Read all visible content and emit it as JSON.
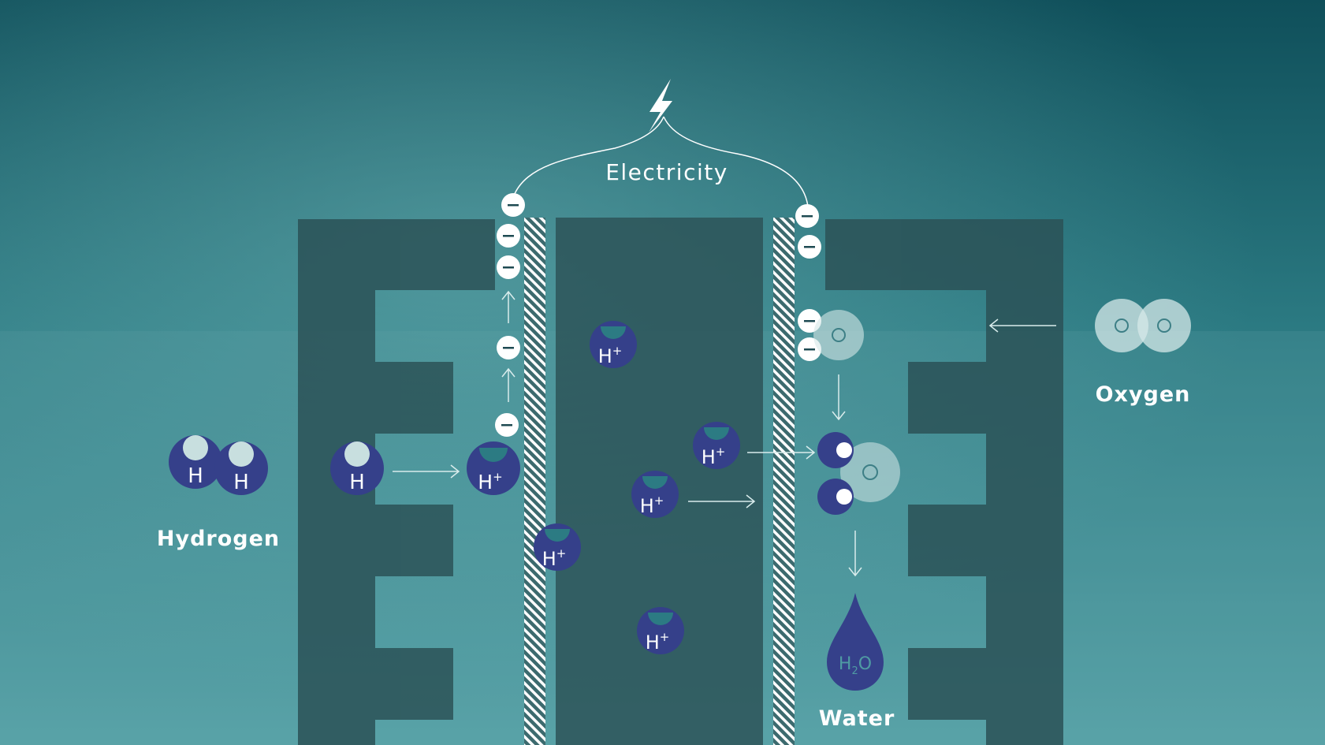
{
  "labels": {
    "electricity": "Electricity",
    "hydrogen": "Hydrogen",
    "oxygen": "Oxygen",
    "water": "Water"
  },
  "symbols": {
    "hydrogen_atom": "H",
    "proton": "H",
    "proton_charge": "+",
    "electron_charge": "−",
    "water_formula_h": "H",
    "water_formula_sub": "2",
    "water_formula_o": "O",
    "oxygen_atom": "O"
  },
  "colors": {
    "background_top": "#0f4f5a",
    "background_bottom": "#4f9ea4",
    "electrode": "#2b5257",
    "hydrogen_atom": "#35408a",
    "oxygen_atom": "#c9dfe0",
    "text": "#ffffff"
  },
  "icons": {
    "power": "lightning-bolt-icon"
  }
}
